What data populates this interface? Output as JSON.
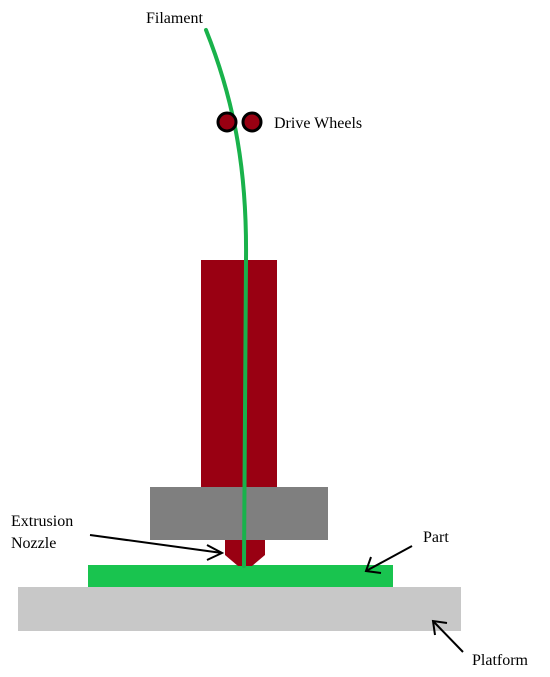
{
  "labels": {
    "filament": "Filament",
    "drive_wheels": "Drive Wheels",
    "extrusion_nozzle_line1": "Extrusion",
    "extrusion_nozzle_line2": "Nozzle",
    "part": "Part",
    "platform": "Platform"
  },
  "colors": {
    "filament": "#19b24b",
    "hot_end": "#990012",
    "heater_block": "#7f7f7f",
    "part": "#19c44f",
    "platform": "#c8c8c8",
    "drive_wheel_fill": "#990012",
    "drive_wheel_outline": "#000000",
    "arrow": "#000000"
  }
}
